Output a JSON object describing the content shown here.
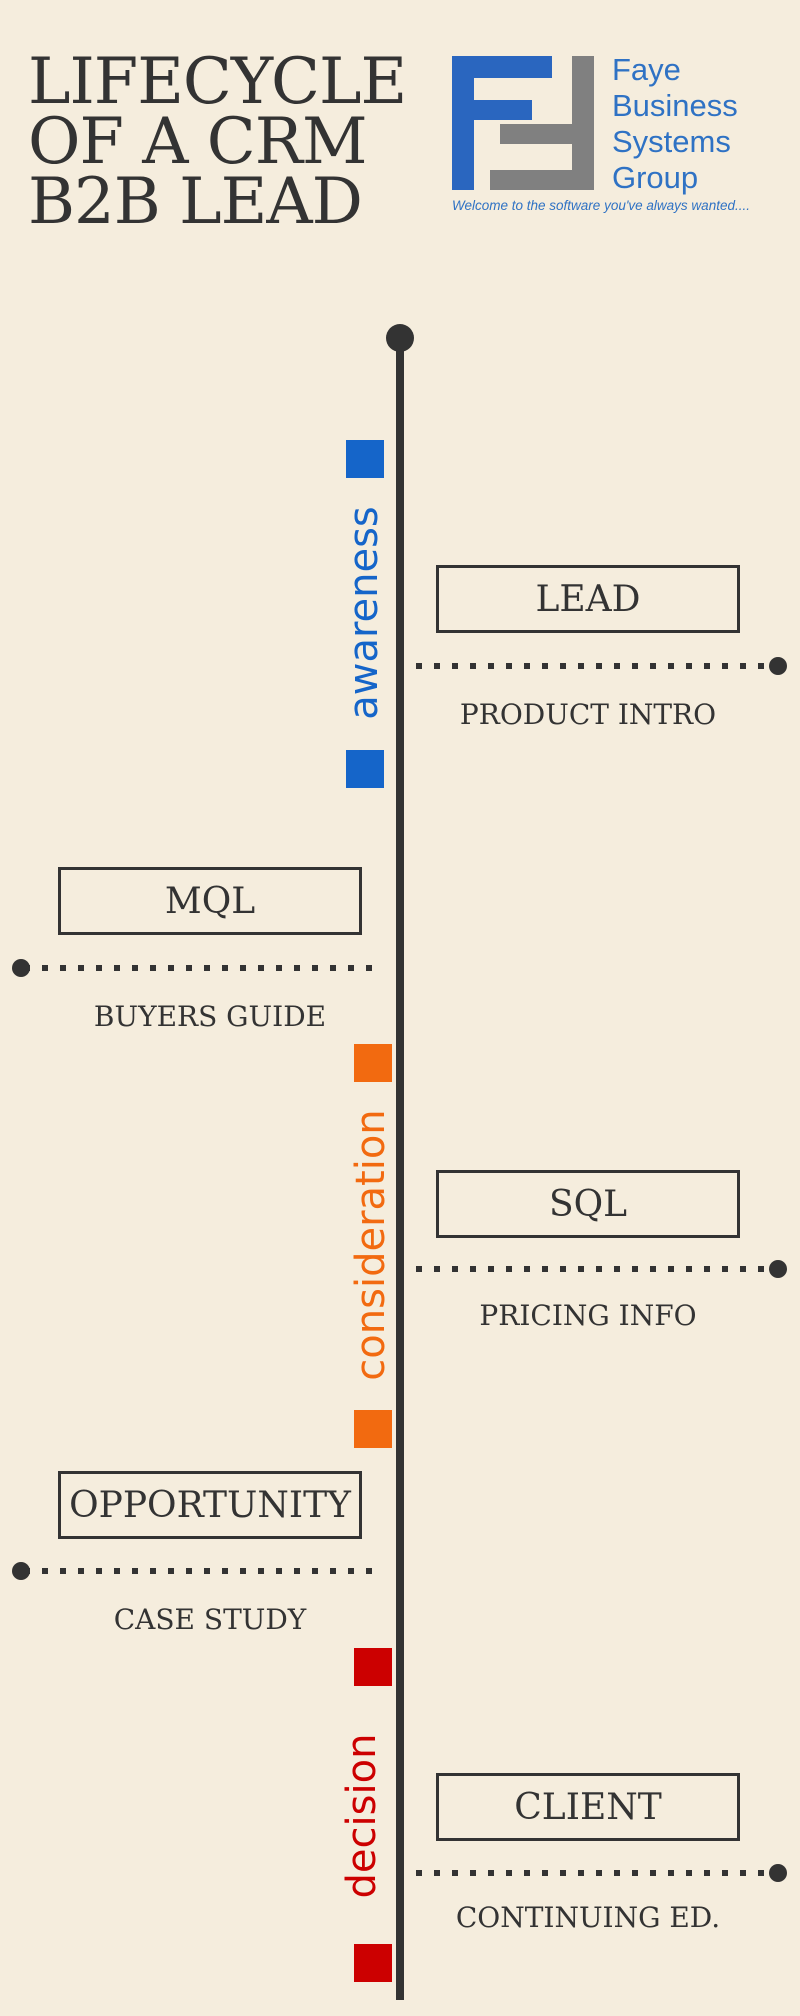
{
  "header": {
    "title_lines": [
      "LIFECYCLE",
      "OF A CRM",
      "B2B LEAD"
    ]
  },
  "logo": {
    "name_lines": [
      "Faye",
      "Business",
      "Systems",
      "Group"
    ],
    "tagline": "Welcome to the software you've always wanted....",
    "colors": {
      "blue": "#2a66bf",
      "gray": "#808080"
    }
  },
  "stages": [
    {
      "label": "awareness",
      "color": "#1565c9"
    },
    {
      "label": "consideration",
      "color": "#f26a10"
    },
    {
      "label": "decision",
      "color": "#cc0000"
    }
  ],
  "steps": [
    {
      "name": "LEAD",
      "content": "PRODUCT INTRO",
      "side": "right"
    },
    {
      "name": "MQL",
      "content": "BUYERS GUIDE",
      "side": "left"
    },
    {
      "name": "SQL",
      "content": "PRICING INFO",
      "side": "right"
    },
    {
      "name": "OPPORTUNITY",
      "content": "CASE STUDY",
      "side": "left"
    },
    {
      "name": "CLIENT",
      "content": "CONTINUING ED.",
      "side": "right"
    }
  ],
  "colors": {
    "line": "#333333",
    "background": "#f5eddd"
  }
}
